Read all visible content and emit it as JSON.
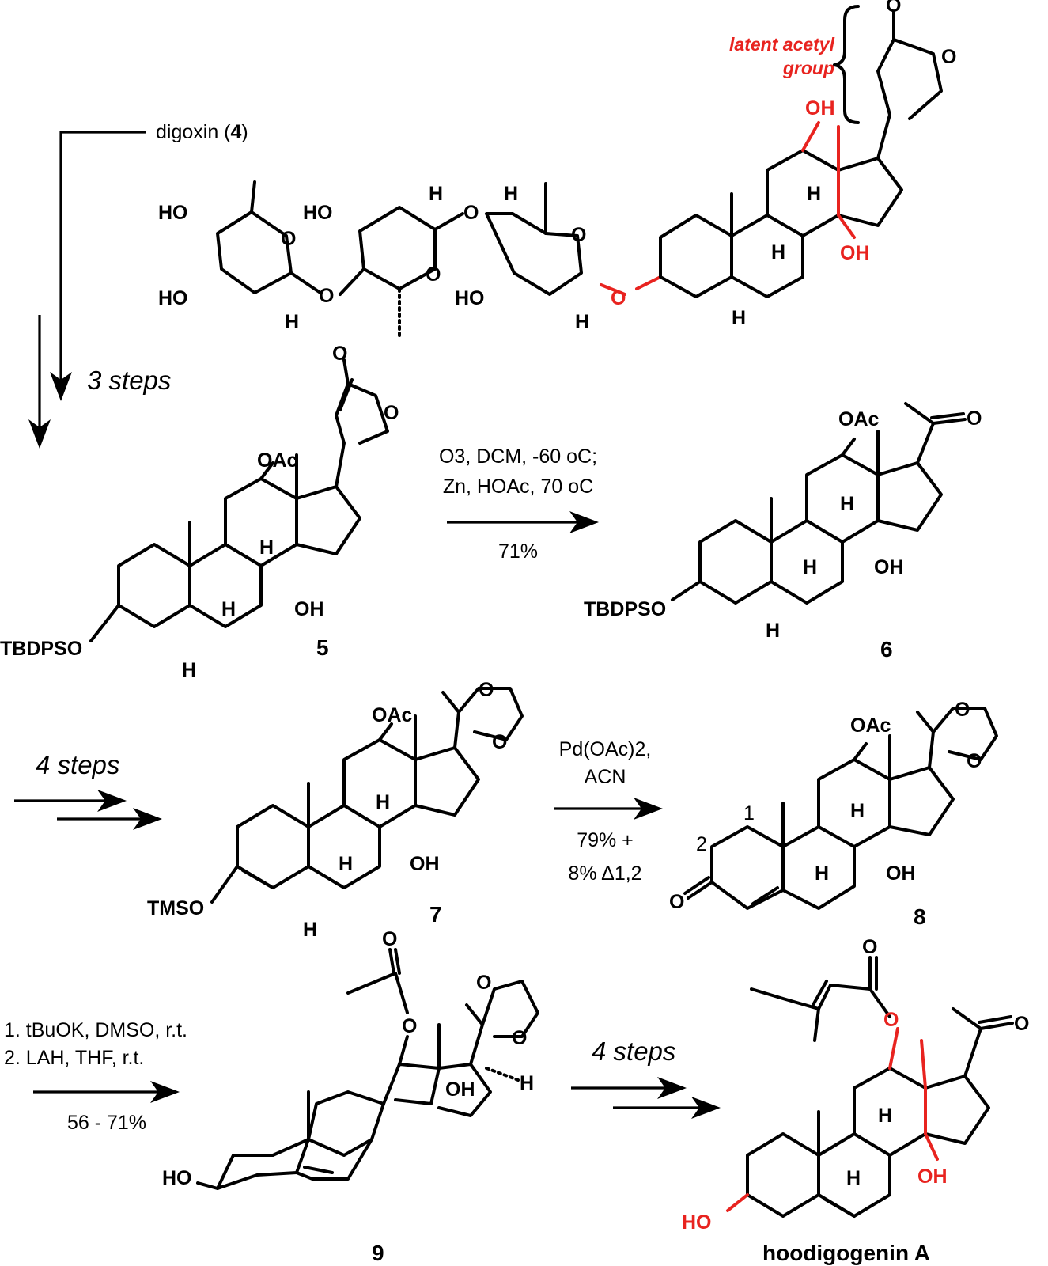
{
  "scheme": {
    "start_label": "digoxin (4)",
    "start_name": "digoxin",
    "start_number": "4",
    "annotation_line1": "latent acetyl",
    "annotation_line2": "group",
    "highlight_color": "#e8231f",
    "step1_label": "3 steps",
    "step2": {
      "line1": "O3, DCM, -60 oC;",
      "line2": "Zn, HOAc, 70 oC",
      "yield": "71%"
    },
    "step3_label": "4 steps",
    "step4": {
      "line1": "Pd(OAc)2,",
      "line2": "ACN",
      "yield1": "79% +",
      "yield2": "8% Δ1,2"
    },
    "step5": {
      "line1": "1. tBuOK, DMSO, r.t.",
      "line2": "2. LAH, THF, r.t.",
      "yield": "56 - 71%"
    },
    "step6_label": "4 steps",
    "compounds": {
      "c5": "5",
      "c6": "6",
      "c7": "7",
      "c8": "8",
      "c9": "9",
      "final": "hoodigogenin A"
    },
    "substituents": {
      "oac": "OAc",
      "oh": "OH",
      "ho": "HO",
      "h": "H",
      "o": "O",
      "tbdpso": "TBDPSO",
      "tmso": "TMSO",
      "pos1": "1",
      "pos2": "2"
    }
  }
}
